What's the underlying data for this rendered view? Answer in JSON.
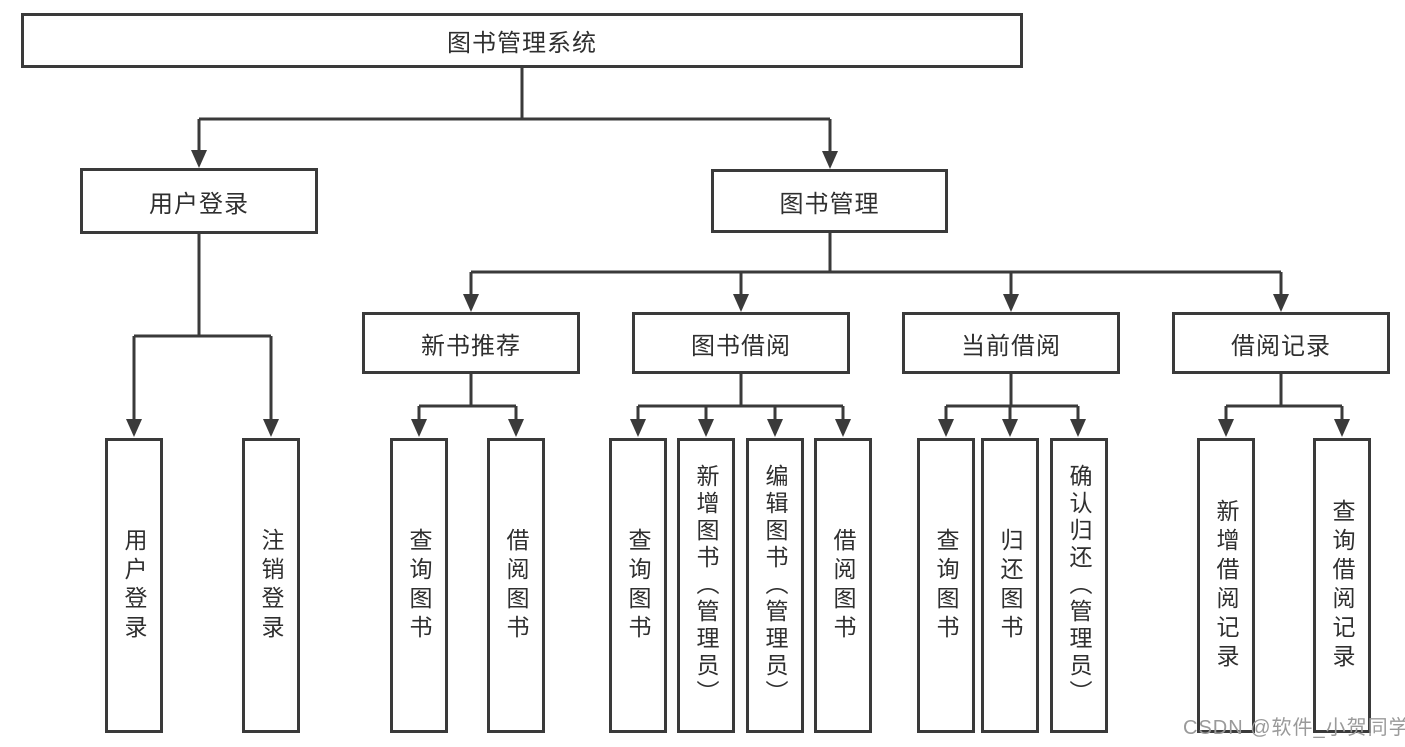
{
  "watermark": "CSDN @软件_小贺同学",
  "colors": {
    "line": "#3a3a3a",
    "box_border": "#3a3a3a",
    "text": "#2f2f2f",
    "watermark": "#9a9a9a",
    "background": "#ffffff"
  },
  "tree": {
    "root": {
      "label": "图书管理系统"
    },
    "branches": [
      {
        "label": "用户登录",
        "children": [
          {
            "label": "用户登录"
          },
          {
            "label": "注销登录"
          }
        ]
      },
      {
        "label": "图书管理",
        "children": [
          {
            "label": "新书推荐",
            "children": [
              {
                "label": "查询图书"
              },
              {
                "label": "借阅图书"
              }
            ]
          },
          {
            "label": "图书借阅",
            "children": [
              {
                "label": "查询图书"
              },
              {
                "label": "新增图书（管理员）"
              },
              {
                "label": "编辑图书（管理员）"
              },
              {
                "label": "借阅图书"
              }
            ]
          },
          {
            "label": "当前借阅",
            "children": [
              {
                "label": "查询图书"
              },
              {
                "label": "归还图书"
              },
              {
                "label": "确认归还（管理员）"
              }
            ]
          },
          {
            "label": "借阅记录",
            "children": [
              {
                "label": "新增借阅记录"
              },
              {
                "label": "查询借阅记录"
              }
            ]
          }
        ]
      }
    ]
  }
}
